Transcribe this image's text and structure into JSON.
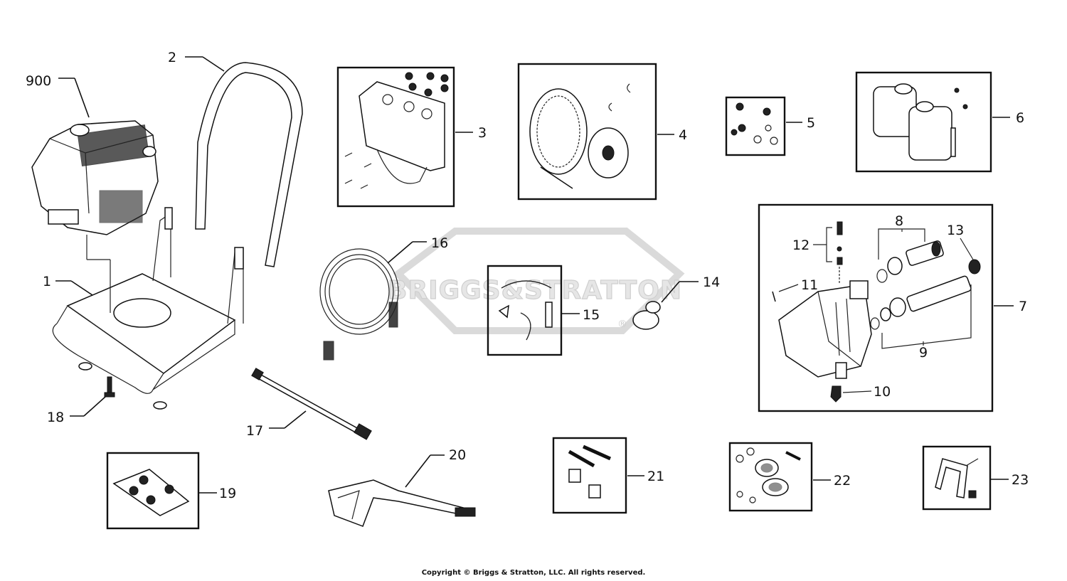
{
  "watermark": {
    "text": "BRIGGS&STRATTON",
    "mark": "®"
  },
  "copyright": "Copyright © Briggs & Stratton, LLC. All rights reserved.",
  "callouts": {
    "c900": "900",
    "c1": "1",
    "c2": "2",
    "c3": "3",
    "c4": "4",
    "c5": "5",
    "c6": "6",
    "c7": "7",
    "c8": "8",
    "c9": "9",
    "c10": "10",
    "c11": "11",
    "c12": "12",
    "c13": "13",
    "c14": "14",
    "c15": "15",
    "c16": "16",
    "c17": "17",
    "c18": "18",
    "c19": "19",
    "c20": "20",
    "c21": "21",
    "c22": "22",
    "c23": "23"
  }
}
